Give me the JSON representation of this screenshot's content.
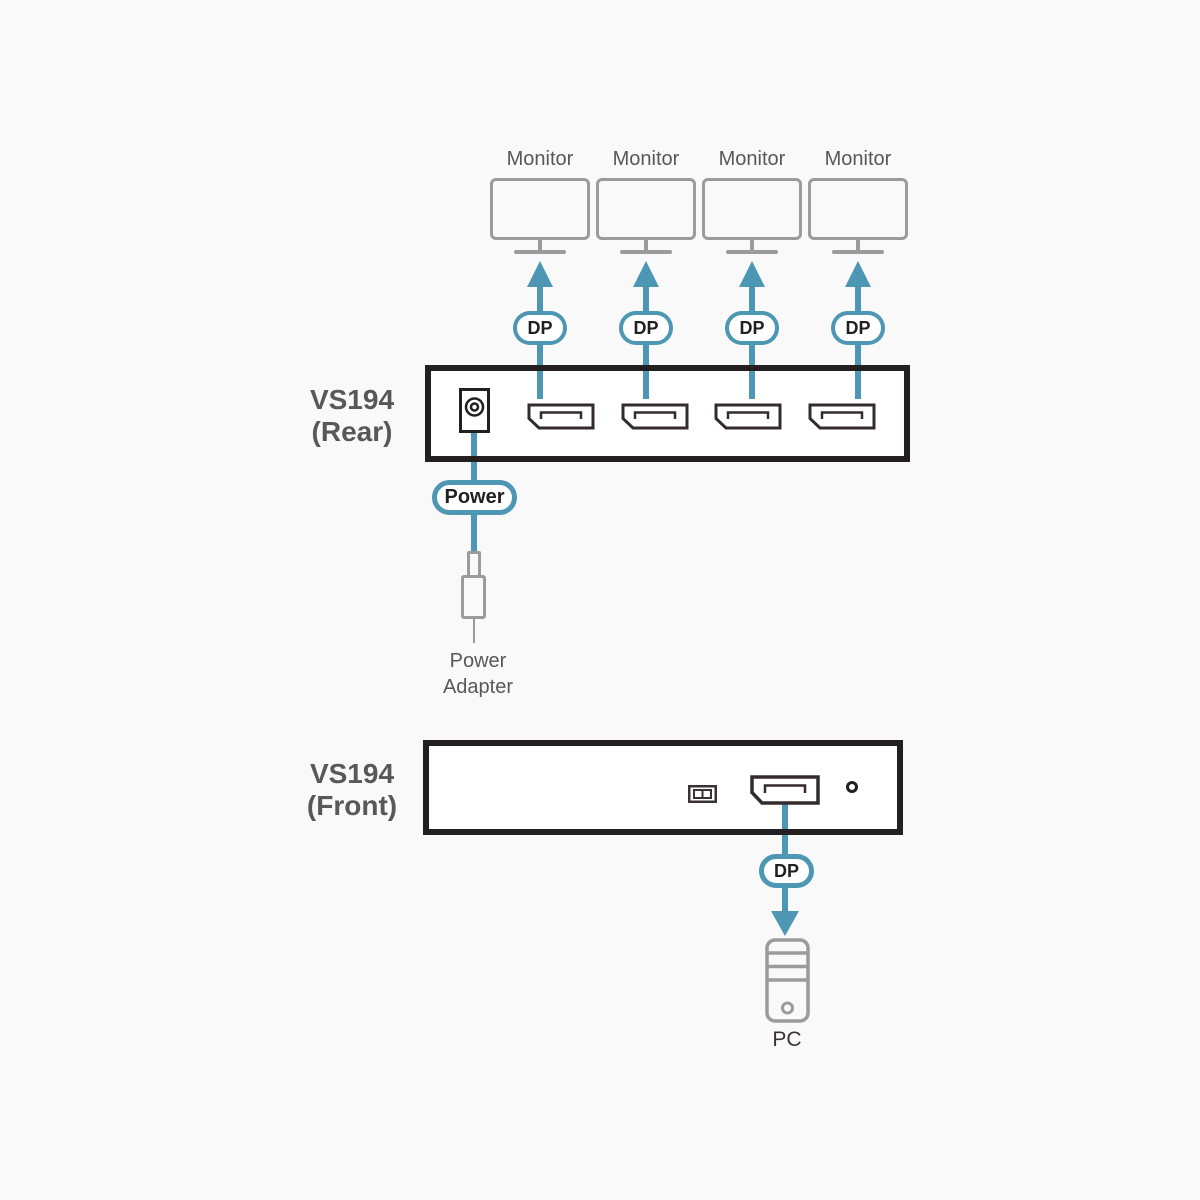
{
  "diagram": {
    "monitors": {
      "items": [
        {
          "label": "Monitor",
          "port_label": "DP"
        },
        {
          "label": "Monitor",
          "port_label": "DP"
        },
        {
          "label": "Monitor",
          "port_label": "DP"
        },
        {
          "label": "Monitor",
          "port_label": "DP"
        }
      ]
    },
    "rear_panel": {
      "name": "VS194",
      "view": "(Rear)"
    },
    "power": {
      "badge_label": "Power",
      "adapter_label": {
        "line1": "Power",
        "line2": "Adapter"
      }
    },
    "front_panel": {
      "name": "VS194",
      "view": "(Front)",
      "port_label": "DP"
    },
    "pc": {
      "label": "PC"
    },
    "colors": {
      "accent_blue": "#4d96b4",
      "panel_outline": "#231f20",
      "icon_gray": "#9b9b9b",
      "label_text": "#595757",
      "background": "#f9f9f9"
    }
  }
}
